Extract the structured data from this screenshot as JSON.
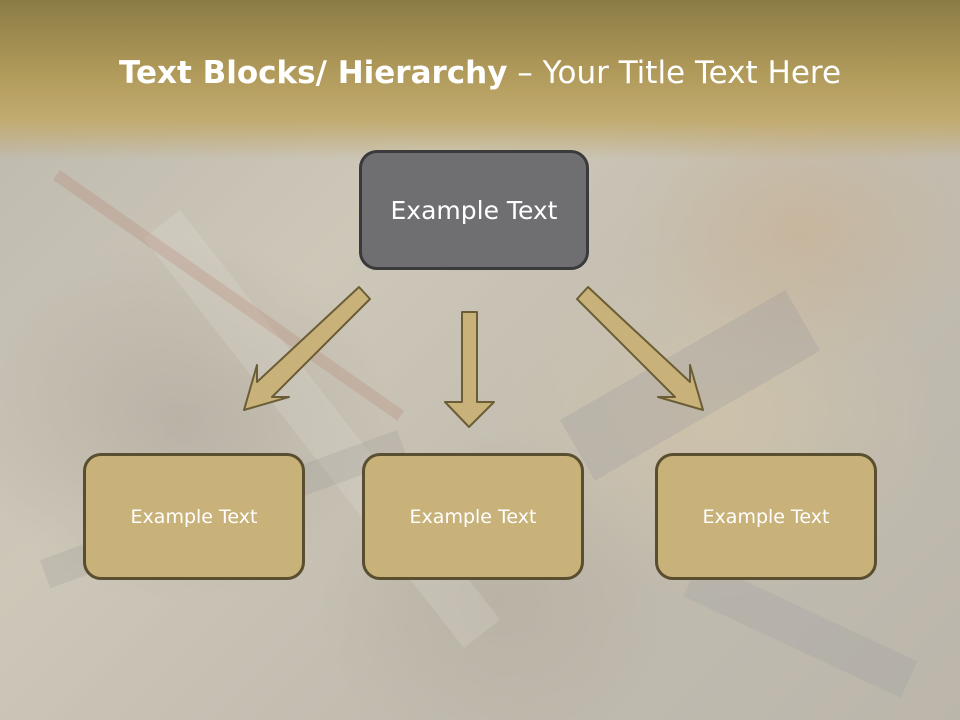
{
  "title": {
    "bold": "Text Blocks/ Hierarchy",
    "rest": " – Your Title Text Here"
  },
  "diagram": {
    "root": "Example Text",
    "children": [
      "Example Text",
      "Example Text",
      "Example Text"
    ]
  },
  "colors": {
    "title_band": "#b09a5a",
    "root_fill": "#6f6f72",
    "child_fill": "#c9b27a",
    "arrow_fill": "#c9b27a",
    "arrow_outline": "#6b5d35"
  }
}
